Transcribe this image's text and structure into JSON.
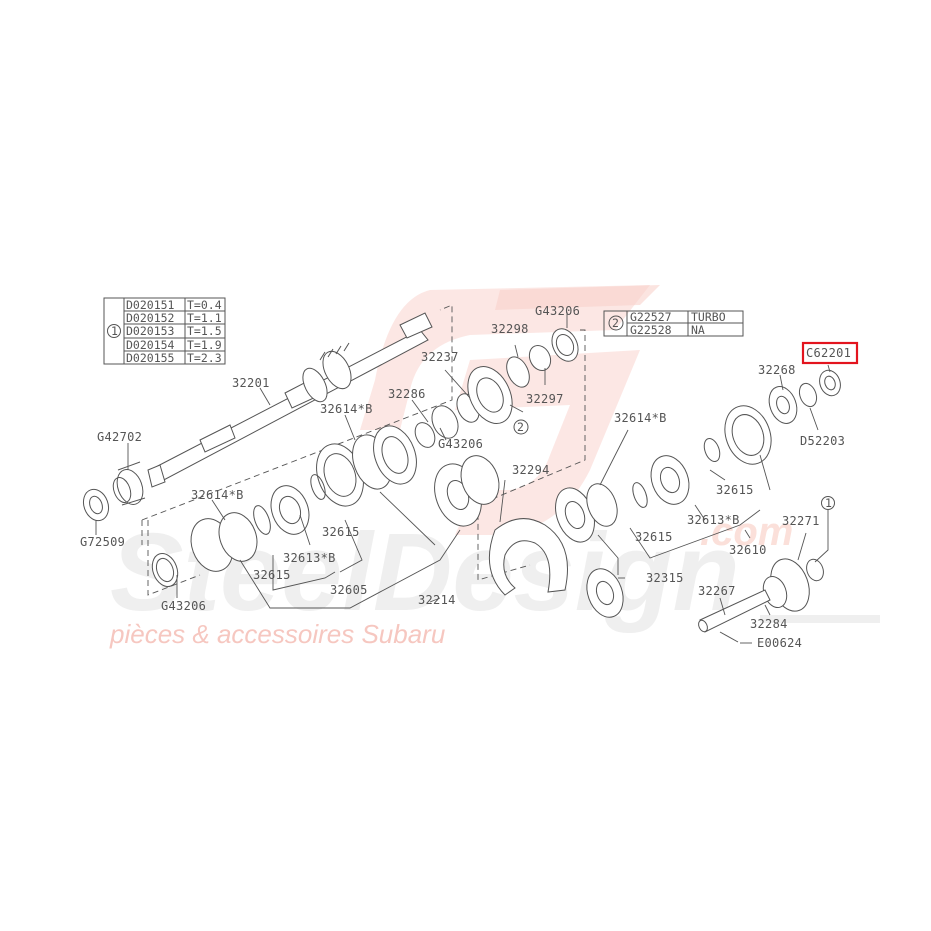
{
  "watermark": {
    "brand": "SteelDesign",
    "tagline": "pièces & accessoires Subaru",
    "domain_suffix": ".com"
  },
  "table1": {
    "marker": "1",
    "rows": [
      {
        "part": "D020151",
        "spec": "T=0.4"
      },
      {
        "part": "D020152",
        "spec": "T=1.1"
      },
      {
        "part": "D020153",
        "spec": "T=1.5"
      },
      {
        "part": "D020154",
        "spec": "T=1.9"
      },
      {
        "part": "D020155",
        "spec": "T=2.3"
      }
    ]
  },
  "table2": {
    "marker": "2",
    "rows": [
      {
        "part": "G22527",
        "spec": "TURBO"
      },
      {
        "part": "G22528",
        "spec": "NA"
      }
    ]
  },
  "highlight": {
    "part": "C62201",
    "color": "#e3141e"
  },
  "labels": {
    "p32201": "32201",
    "g42702": "G42702",
    "g72509": "G72509",
    "p32614b_left": "32614*B",
    "p32614b_center": "32614*B",
    "p32614b_right": "32614*B",
    "g43206_bottom_left": "G43206",
    "g43206_center": "G43206",
    "g43206_top": "G43206",
    "p32615_a": "32615",
    "p32615_b": "32615",
    "p32615_c": "32615",
    "p32615_d": "32615",
    "p32613b_left": "32613*B",
    "p32613b_right": "32613*B",
    "p32605": "32605",
    "p32214": "32214",
    "p32286": "32286",
    "p32237": "32237",
    "p32298": "32298",
    "p32297": "32297",
    "marker2": "2",
    "p32294": "32294",
    "p32315": "32315",
    "p32610": "32610",
    "p32268": "32268",
    "d52203": "D52203",
    "p32271": "32271",
    "marker1": "1",
    "p32267": "32267",
    "p32284": "32284",
    "e00624": "E00624"
  }
}
